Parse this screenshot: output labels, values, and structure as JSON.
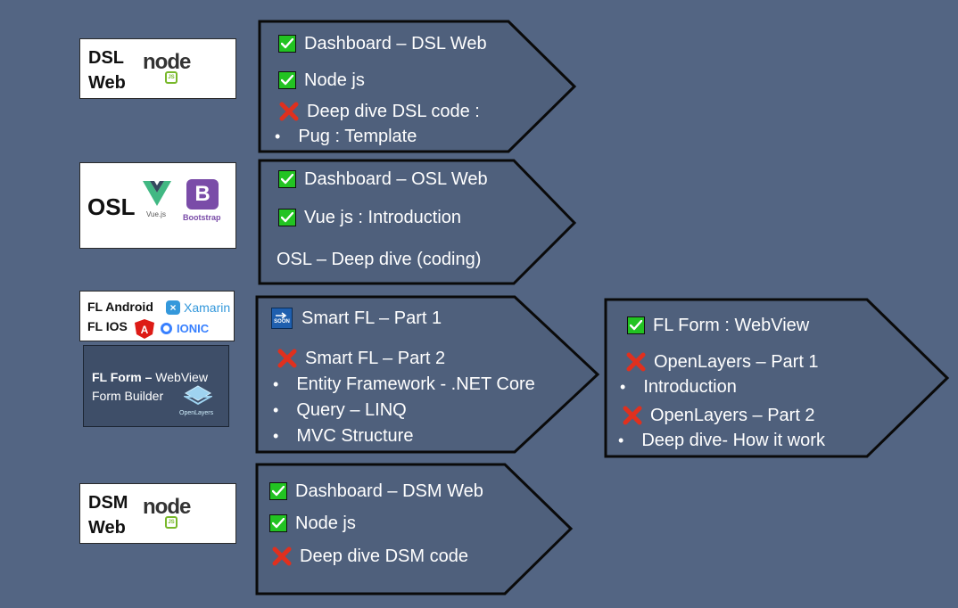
{
  "colors": {
    "background": "#536583",
    "arrow_fill": "#4f607c",
    "check_green": "#22c322",
    "cross_red": "#e0301e",
    "form_box": "#3e4e68"
  },
  "labels": {
    "dsl": {
      "line1": "DSL",
      "line2": "Web",
      "logo_word": "node",
      "logo_badge": "JS"
    },
    "osl": {
      "name": "OSL",
      "vue_caption": "Vue.js",
      "bootstrap_letter": "B",
      "bootstrap_caption": "Bootstrap"
    },
    "fl": {
      "android": "FL Android",
      "ios": "FL IOS",
      "xamarin": "Xamarin",
      "ionic": "IONIC"
    },
    "fl_form": {
      "title_bold": "FL Form –",
      "title_rest": " WebView",
      "line2": "Form Builder",
      "logo_caption": "OpenLayers"
    },
    "dsm": {
      "line1": "DSM",
      "line2": "Web",
      "logo_word": "node",
      "logo_badge": "JS"
    }
  },
  "arrows": {
    "dsl": [
      {
        "type": "check",
        "text": "Dashboard – DSL Web"
      },
      {
        "type": "check",
        "text": "Node js"
      },
      {
        "type": "cross",
        "text": "Deep dive DSL code :"
      },
      {
        "type": "bullet",
        "text": "Pug : Template"
      }
    ],
    "osl": [
      {
        "type": "check",
        "text": "Dashboard – OSL Web"
      },
      {
        "type": "check",
        "text": "Vue js : Introduction"
      },
      {
        "type": "plain",
        "text": "OSL – Deep dive (coding)"
      }
    ],
    "fl": [
      {
        "type": "soon",
        "text": "Smart FL – Part 1",
        "icon_text": "SOON"
      },
      {
        "type": "cross",
        "text": "Smart FL – Part 2"
      },
      {
        "type": "bullet",
        "text": "Entity Framework - .NET Core"
      },
      {
        "type": "bullet",
        "text": "Query – LINQ"
      },
      {
        "type": "bullet",
        "text": "MVC Structure"
      }
    ],
    "flform": [
      {
        "type": "check",
        "text": "FL Form : WebView"
      },
      {
        "type": "cross",
        "text": "OpenLayers – Part 1"
      },
      {
        "type": "bullet",
        "text": "Introduction"
      },
      {
        "type": "cross",
        "text": "OpenLayers – Part 2"
      },
      {
        "type": "bullet",
        "text": "Deep dive- How it work"
      }
    ],
    "dsm": [
      {
        "type": "check",
        "text": "Dashboard – DSM Web"
      },
      {
        "type": "check",
        "text": "Node js"
      },
      {
        "type": "cross",
        "text": "Deep dive DSM code"
      }
    ]
  }
}
